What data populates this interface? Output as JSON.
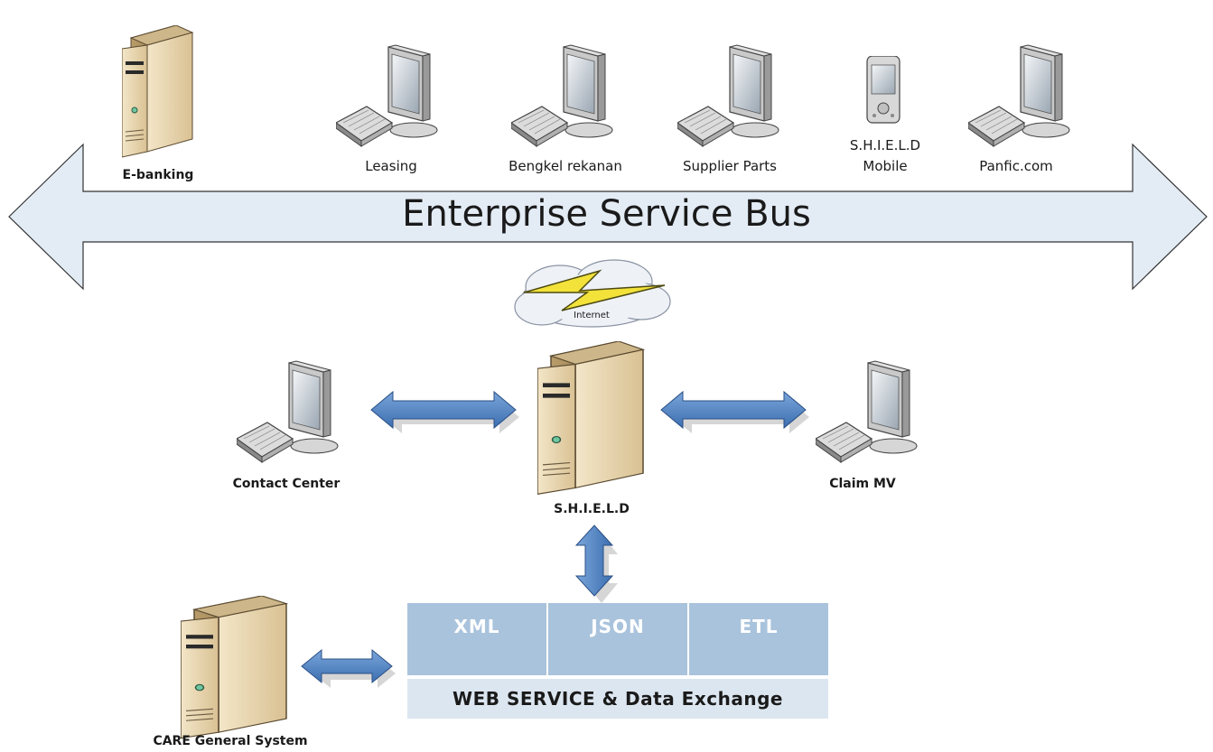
{
  "bus": {
    "title": "Enterprise Service Bus"
  },
  "top_systems": [
    {
      "label": "E-banking",
      "icon": "server-icon"
    },
    {
      "label": "Leasing",
      "icon": "desktop-computer-icon"
    },
    {
      "label": "Bengkel rekanan",
      "icon": "desktop-computer-icon"
    },
    {
      "label": "Supplier Parts",
      "icon": "desktop-computer-icon"
    },
    {
      "label_line1": "S.H.I.E.L.D",
      "label_line2": "Mobile",
      "icon": "mobile-device-icon"
    },
    {
      "label": "Panfic.com",
      "icon": "desktop-computer-icon"
    }
  ],
  "internet": {
    "label": "Internet",
    "icon": "cloud-lightning-icon"
  },
  "core": {
    "label": "S.H.I.E.L.D",
    "icon": "server-icon"
  },
  "contact_center": {
    "label": "Contact Center",
    "icon": "desktop-computer-icon"
  },
  "claim_mv": {
    "label": "Claim MV",
    "icon": "desktop-computer-icon"
  },
  "care": {
    "label": "CARE General System",
    "icon": "server-icon"
  },
  "web_service": {
    "formats": [
      "XML",
      "JSON",
      "ETL"
    ],
    "title": "WEB SERVICE & Data Exchange"
  },
  "colors": {
    "bus_fill": "#e3ecf5",
    "arrow_blue": "#4a7ec0",
    "ws_header": "#a9c3dc",
    "ws_footer": "#dce6f0",
    "server_body": "#e6d4b0"
  }
}
